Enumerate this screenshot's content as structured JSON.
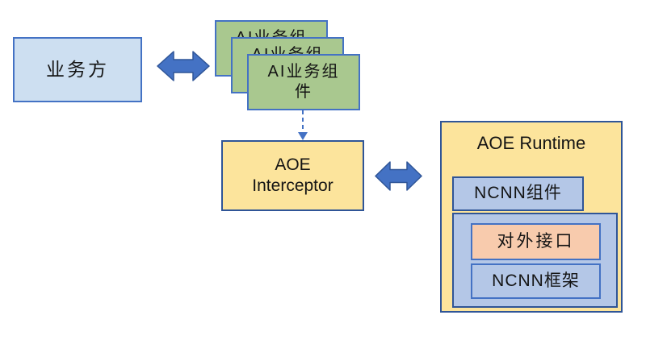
{
  "diagram": {
    "business": {
      "label": "业务方"
    },
    "ai_stack": {
      "line1": "AI业务组",
      "line2": "件",
      "full_label": "AI业务组件",
      "count": 3
    },
    "interceptor": {
      "line1": "AOE",
      "line2": "Interceptor"
    },
    "runtime": {
      "title": "AOE Runtime"
    },
    "ncnn_component": {
      "label": "NCNN组件"
    },
    "external_interface": {
      "label": "对外接口"
    },
    "ncnn_framework": {
      "label": "NCNN框架"
    },
    "icons": {
      "arrow_business_ai": "bidirectional-arrow",
      "arrow_interceptor_runtime": "bidirectional-arrow",
      "arrow_ai_to_interceptor": "dashed-down-arrow"
    },
    "colors": {
      "business_fill": "#cddff1",
      "green_fill": "#a9c88f",
      "yellow_fill": "#fce49c",
      "blue_fill": "#b4c7e7",
      "orange_fill": "#f8cbad",
      "border_blue": "#4472c4",
      "border_navy": "#2f5597",
      "arrow_fill": "#4472c4",
      "text": "#141414",
      "background": "#ffffff"
    }
  }
}
